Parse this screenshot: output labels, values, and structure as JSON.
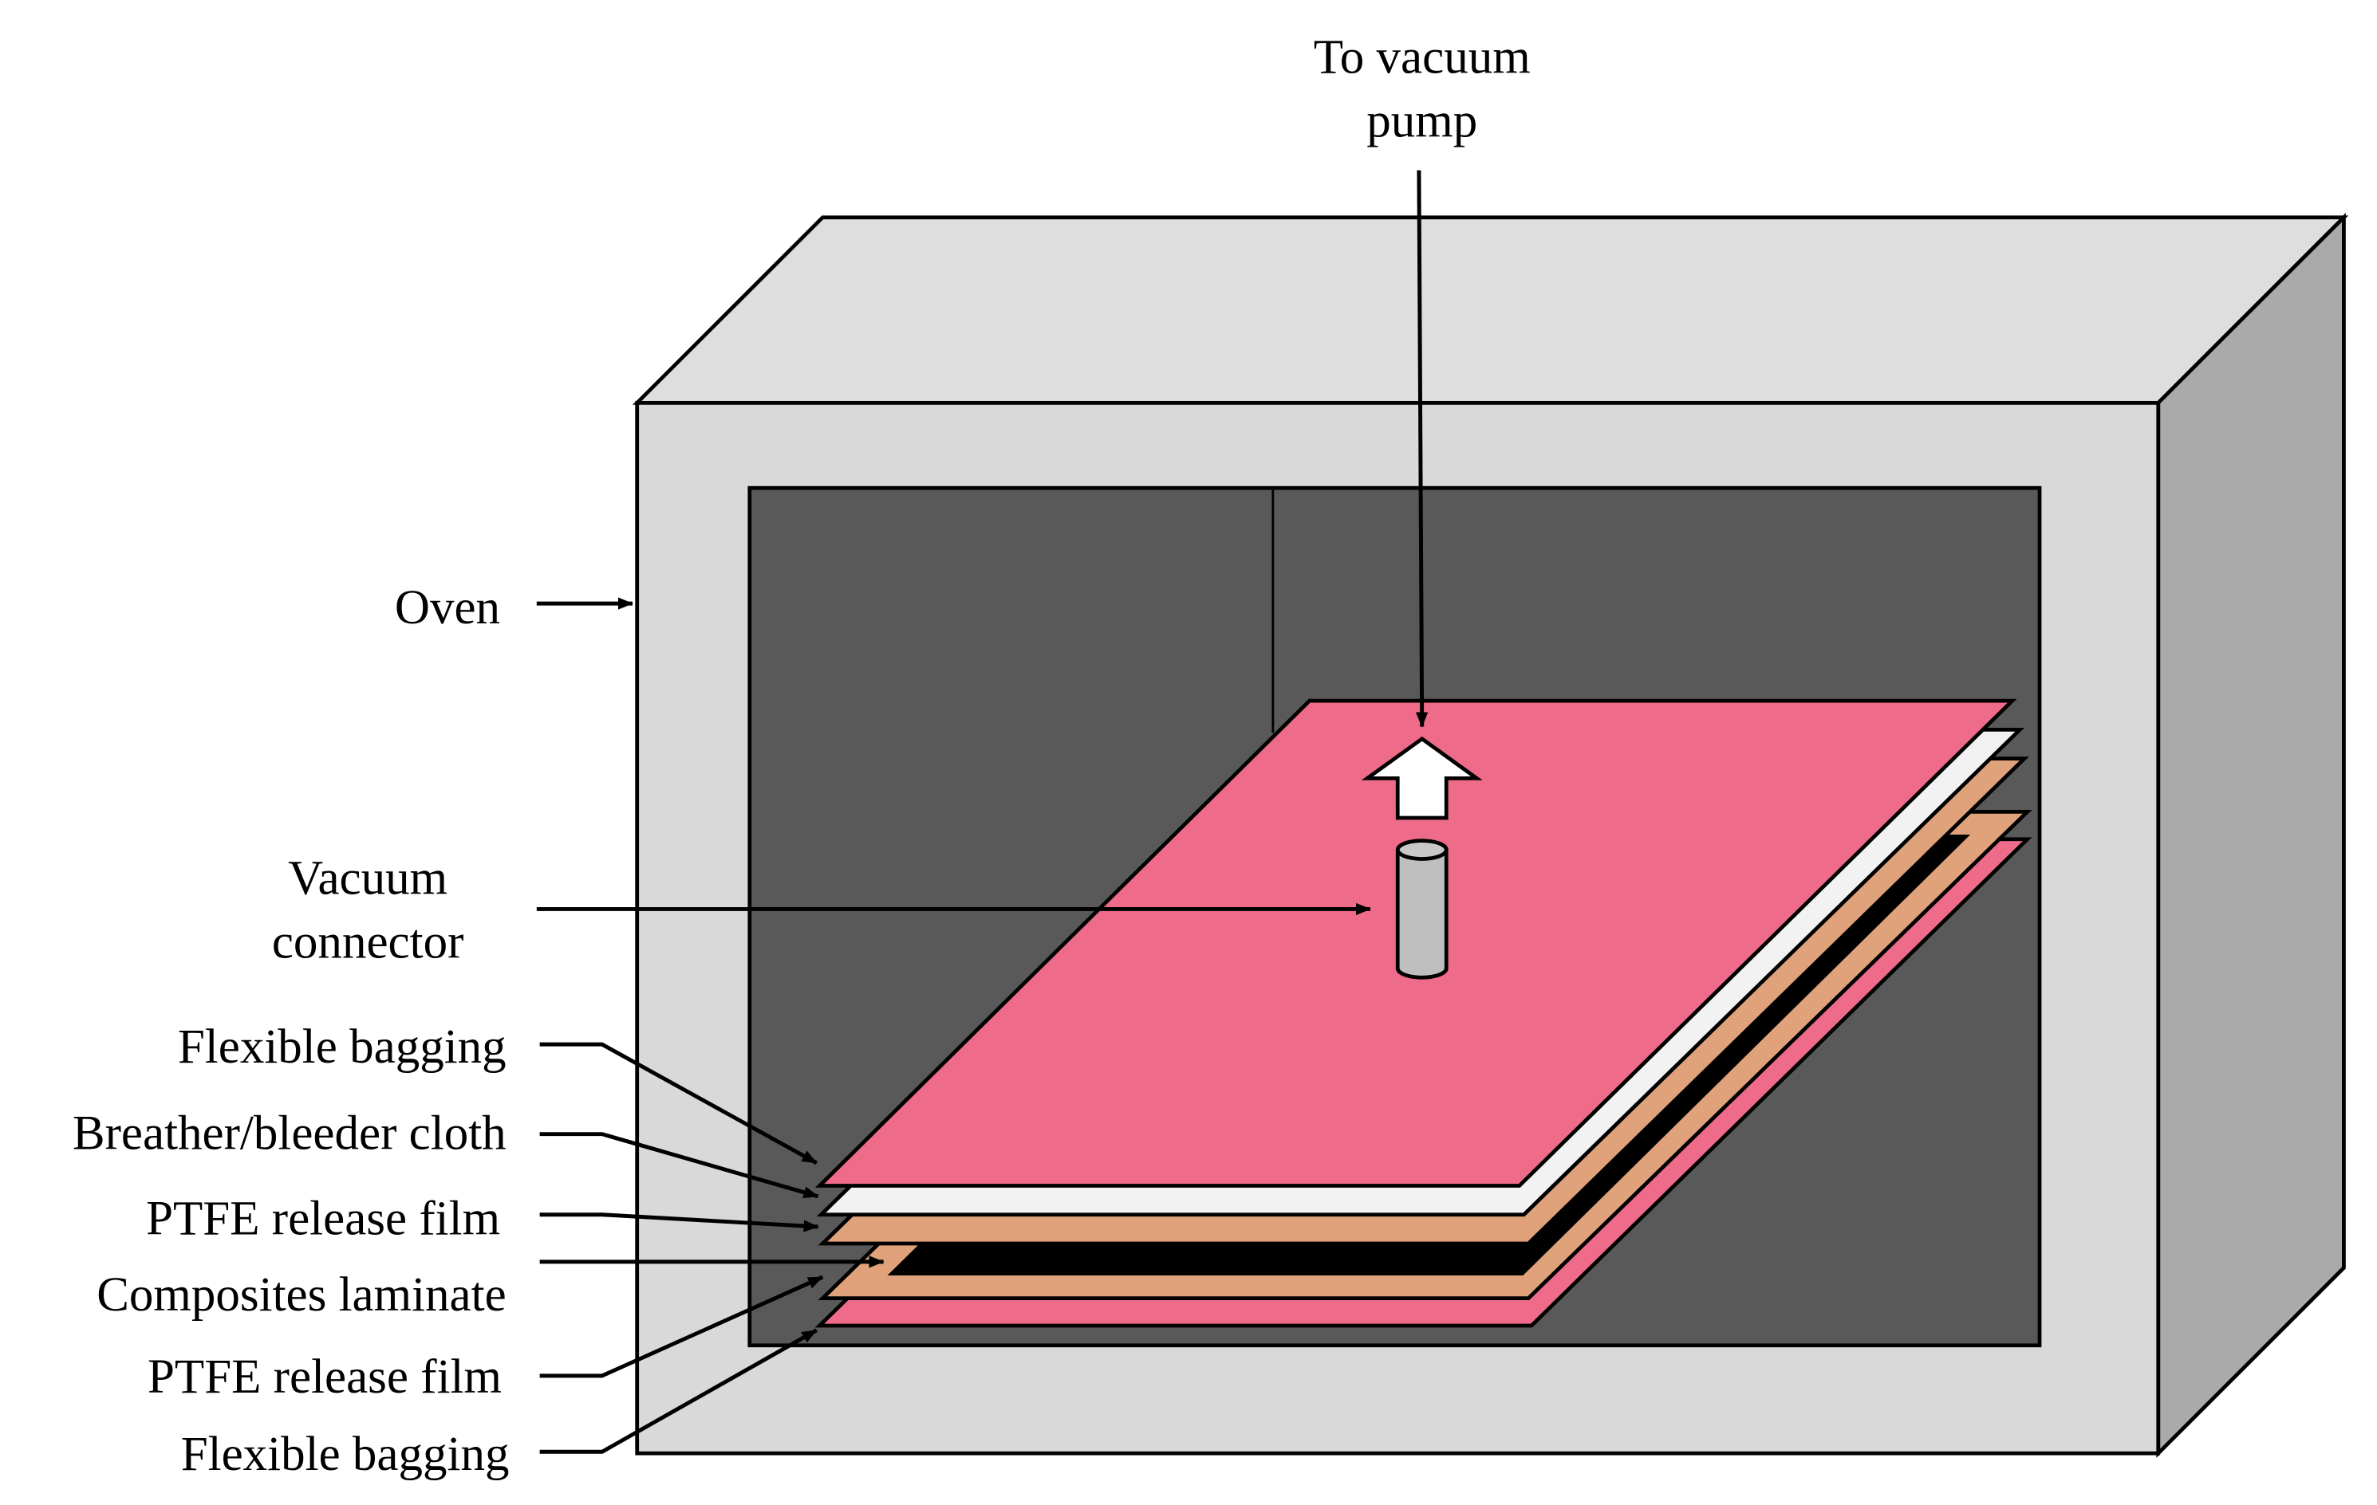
{
  "labels": {
    "to_vacuum_pump_line1": "To vacuum",
    "to_vacuum_pump_line2": "pump",
    "oven": "Oven",
    "vacuum_connector_line1": "Vacuum",
    "vacuum_connector_line2": "connector",
    "flexible_bagging_top": "Flexible bagging",
    "breather_bleeder_cloth": "Breather/bleeder cloth",
    "ptfe_release_film_top": "PTFE release film",
    "composites_laminate": "Composites laminate",
    "ptfe_release_film_bottom": "PTFE release film",
    "flexible_bagging_bottom": "Flexible bagging"
  },
  "colors": {
    "oven_front": "#d9d9d9",
    "oven_top": "#dedede",
    "oven_side": "#aaaaaa",
    "chamber": "#595959",
    "flexible_bagging": "#ef6b8a",
    "breather_cloth": "#f2f2f2",
    "ptfe_film": "#e0a27a",
    "laminate": "#000000",
    "connector": "#bfbfbf",
    "flow_arrow": "#ffffff"
  },
  "icons": {
    "flow_arrow": "up-arrow-icon",
    "vacuum_connector": "cylinder-icon"
  }
}
